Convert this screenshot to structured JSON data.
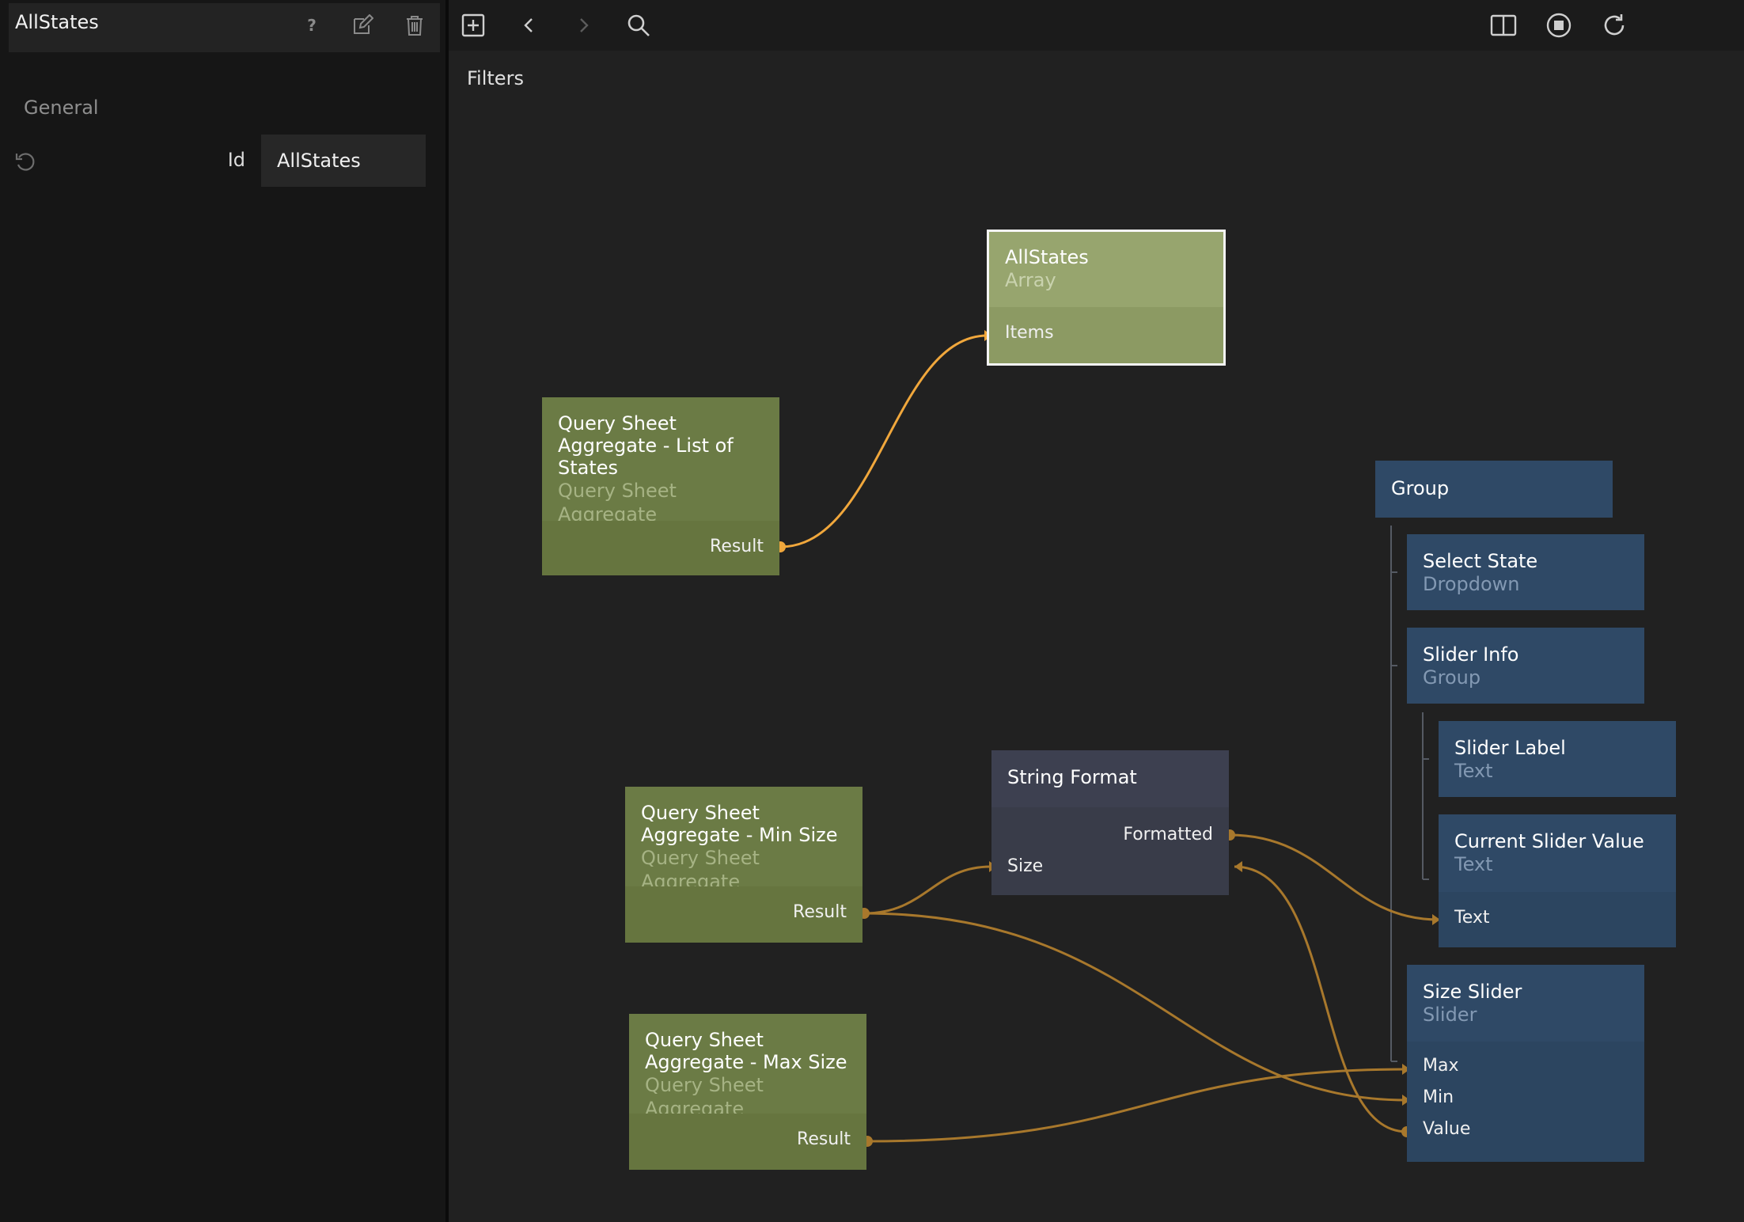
{
  "panel": {
    "title": "AllStates",
    "section": "General",
    "id_label": "Id",
    "id_value": "AllStates",
    "actions": [
      "help-icon",
      "edit-icon",
      "trash-icon"
    ]
  },
  "toolbar": {
    "left_icons": [
      "add-node-icon",
      "back-icon",
      "forward-icon",
      "search-icon"
    ],
    "right_icons": [
      "split-view-icon",
      "stop-icon",
      "refresh-icon"
    ]
  },
  "canvas": {
    "title": "Filters"
  },
  "nodes": {
    "allstates": {
      "title": "AllStates",
      "type": "Array",
      "ports": [
        "Items"
      ]
    },
    "list_states": {
      "title": "Query Sheet Aggregate - List of States",
      "type": "Query Sheet Aggregate",
      "ports": [
        "Result"
      ]
    },
    "min_size": {
      "title": "Query Sheet Aggregate - Min Size",
      "type": "Query Sheet Aggregate",
      "ports": [
        "Result"
      ]
    },
    "max_size": {
      "title": "Query Sheet Aggregate - Max Size",
      "type": "Query Sheet Aggregate",
      "ports": [
        "Result"
      ]
    },
    "string_format": {
      "title": "String Format",
      "ports": [
        "Formatted",
        "Size"
      ]
    },
    "group": {
      "title": "Group"
    },
    "select_state": {
      "title": "Select State",
      "type": "Dropdown"
    },
    "slider_info": {
      "title": "Slider Info",
      "type": "Group"
    },
    "slider_label": {
      "title": "Slider Label",
      "type": "Text"
    },
    "current_value": {
      "title": "Current Slider Value",
      "type": "Text",
      "ports": [
        "Text"
      ]
    },
    "size_slider": {
      "title": "Size Slider",
      "type": "Slider",
      "ports": [
        "Max",
        "Min",
        "Value"
      ]
    }
  },
  "colors": {
    "wire_active": "#f0a73c",
    "wire": "#a8782c",
    "node_data": "#6b7b45",
    "node_selected": "#97a56e",
    "node_visual": "#2f4966",
    "node_function": "#3d4050"
  }
}
